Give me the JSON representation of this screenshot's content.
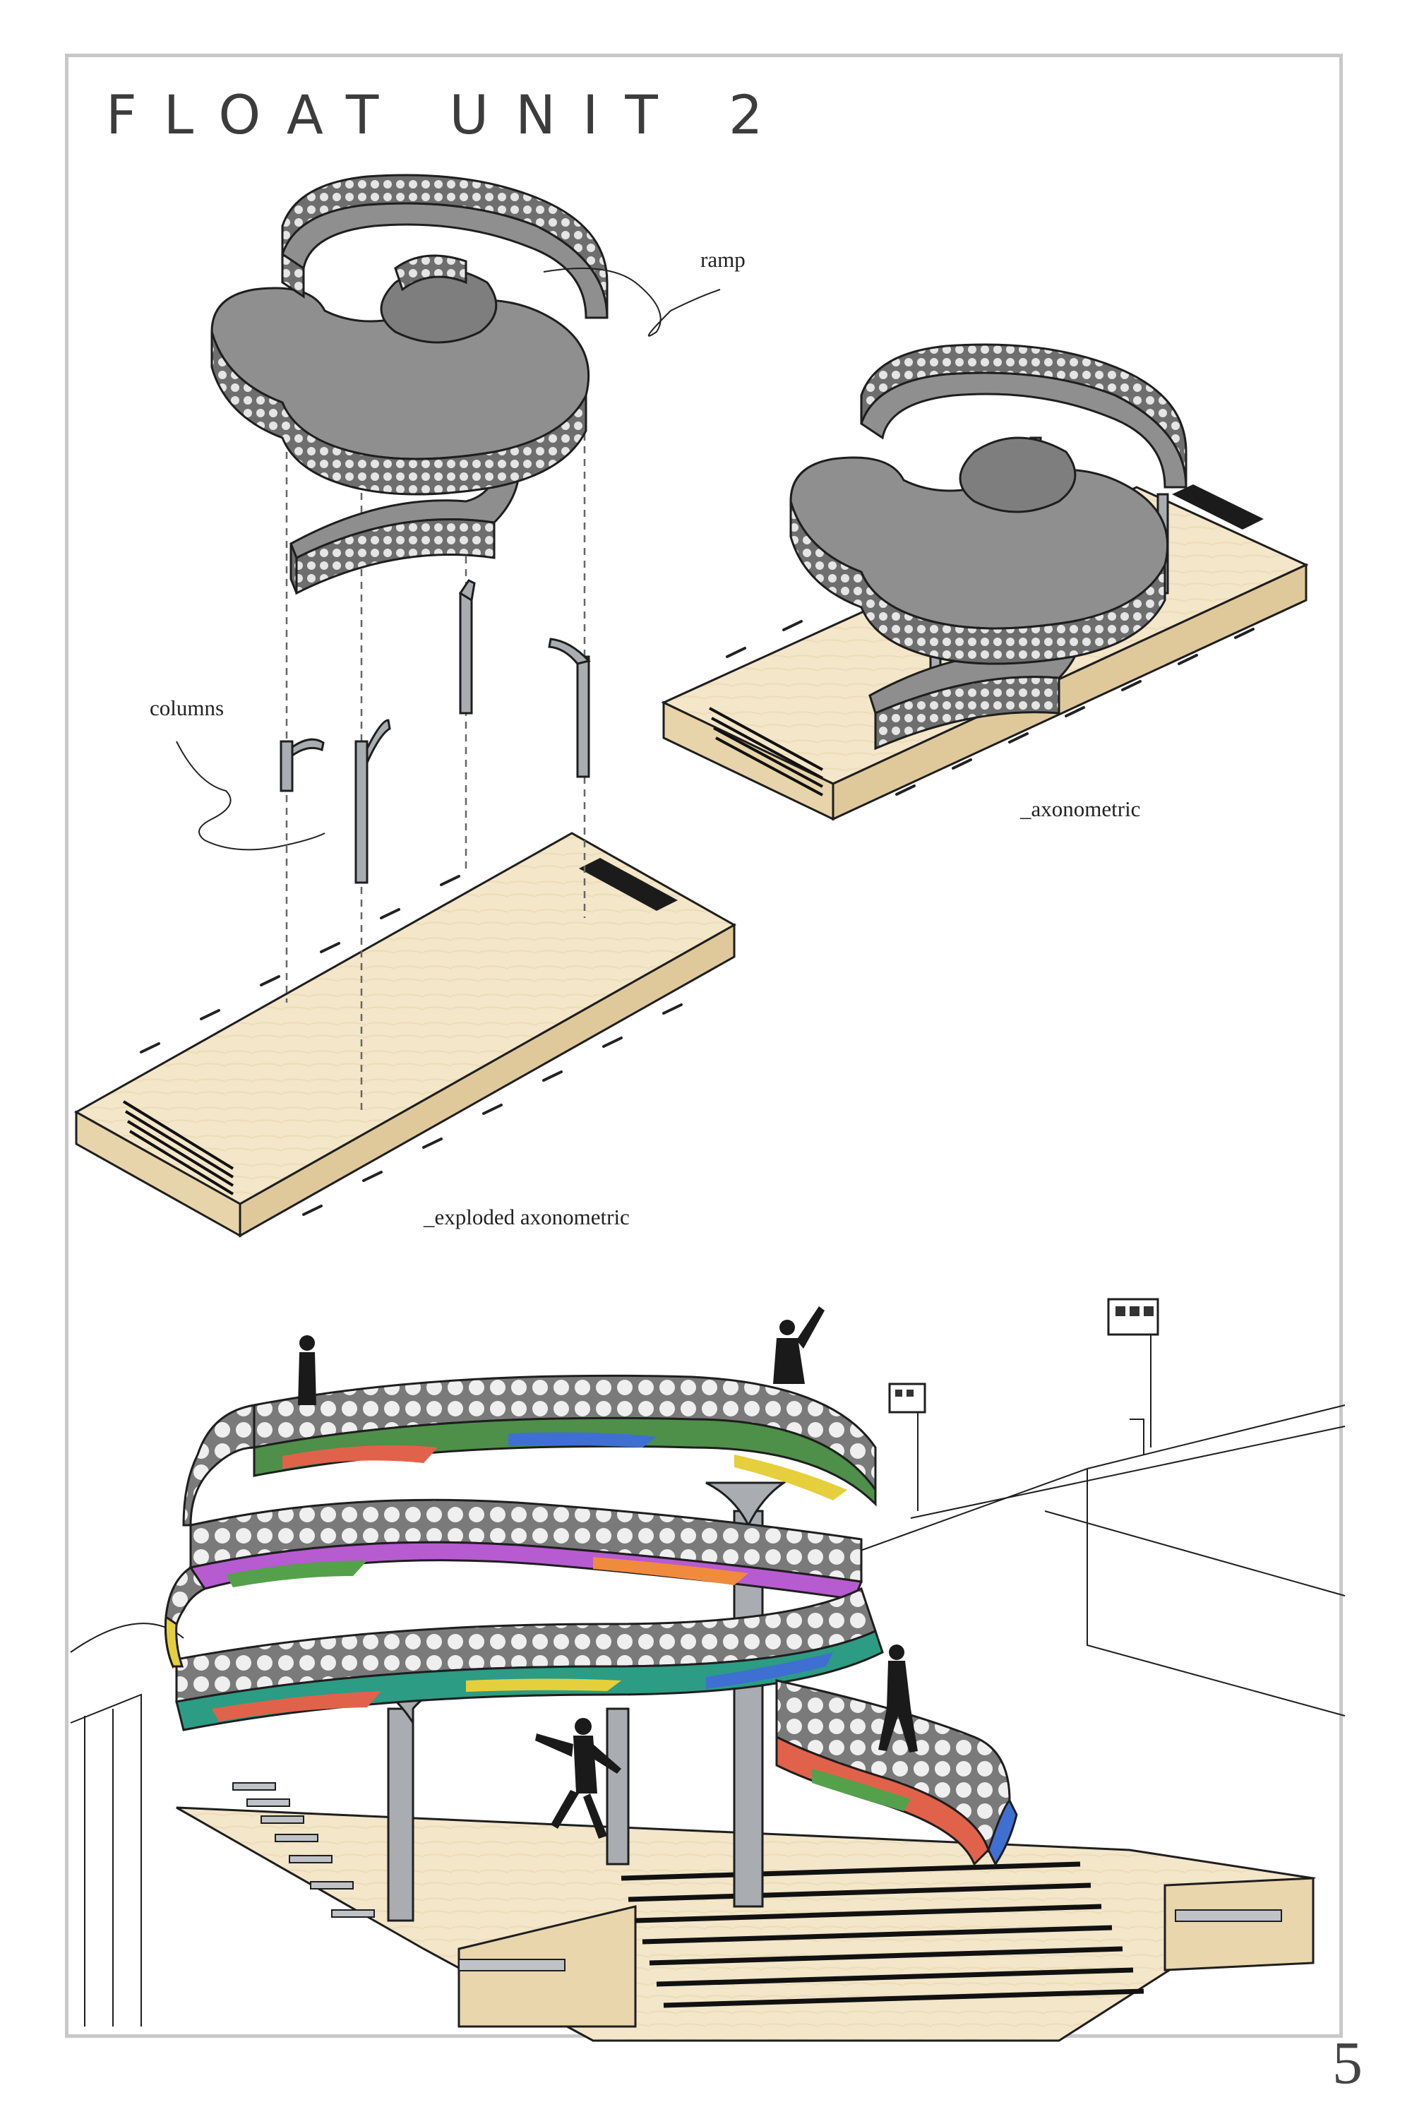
{
  "page": {
    "title": "FLOAT UNIT 2",
    "page_number": "5"
  },
  "labels": {
    "ramp": "ramp",
    "columns": "columns",
    "axonometric": "_axonometric",
    "exploded": "_exploded axonometric"
  },
  "colors": {
    "deck": "#f3e6c9",
    "deck_edge": "#e6d3ab",
    "ramp_top": "#8e8e8e",
    "ramp_side": "#9a9a9a",
    "mesh": "#d9d9d9",
    "column": "#a9adb2",
    "frame": "#c8c8c8",
    "line": "#1e1e1e",
    "paint": [
      "#e1624a",
      "#3f6fd1",
      "#54a04b",
      "#e6cf3c",
      "#b75bd1",
      "#d9a6b8",
      "#2c9c84",
      "#f08a3d"
    ]
  }
}
